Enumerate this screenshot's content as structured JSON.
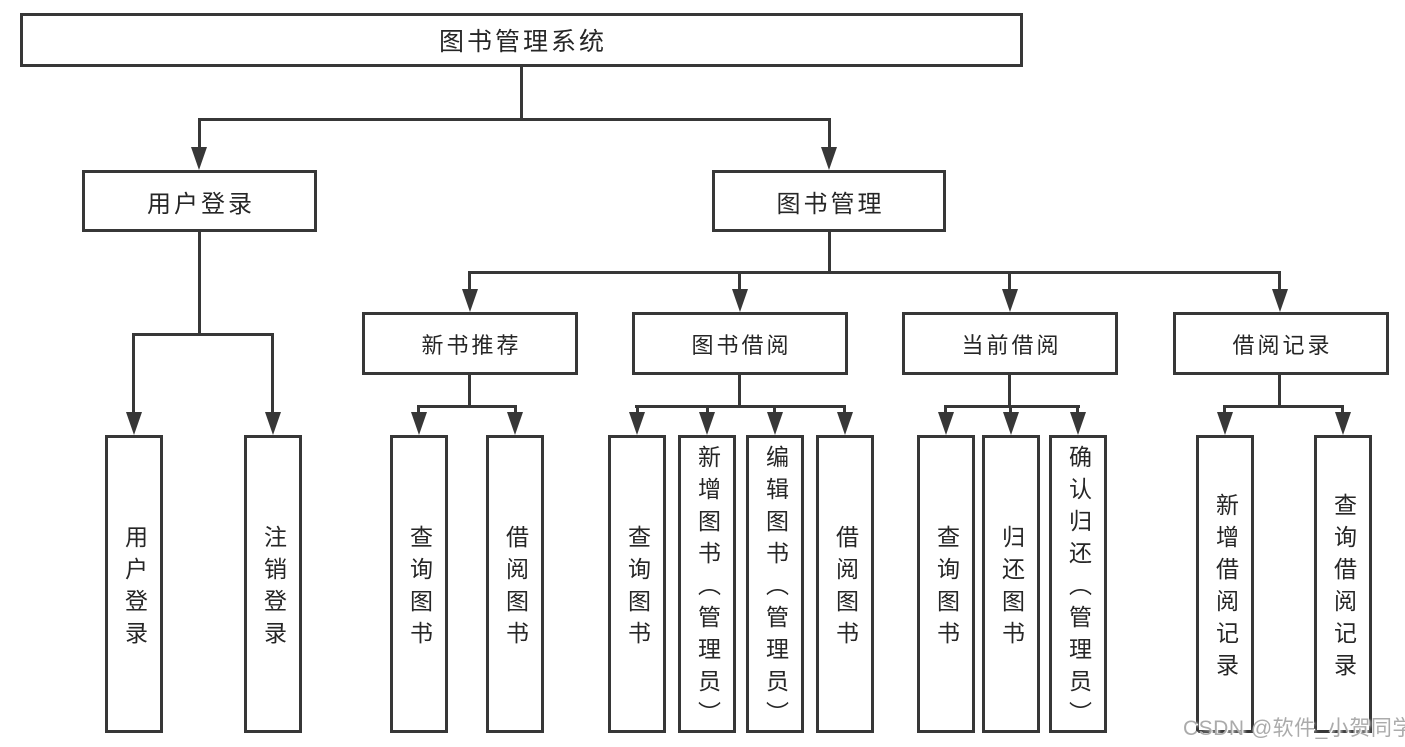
{
  "nodes": {
    "root": "图书管理系统",
    "user_login": "用户登录",
    "book_mgmt": "图书管理",
    "new_book_rec": "新书推荐",
    "book_borrow": "图书借阅",
    "current_borrow": "当前借阅",
    "borrow_record": "借阅记录",
    "ul_login": "用户登录",
    "ul_logout": "注销登录",
    "nb_query": "查询图书",
    "nb_borrow": "借阅图书",
    "bb_query": "查询图书",
    "bb_add": "新增图书（管理员）",
    "bb_edit": "编辑图书（管理员）",
    "bb_borrow": "借阅图书",
    "cb_query": "查询图书",
    "cb_return": "归还图书",
    "cb_confirm": "确认归还（管理员）",
    "br_add": "新增借阅记录",
    "br_query": "查询借阅记录"
  },
  "watermark": "CSDN @软件_小贺同学",
  "colors": {
    "line": "#373737",
    "text": "#262626",
    "background": "#ffffff",
    "watermark": "#ababab"
  }
}
